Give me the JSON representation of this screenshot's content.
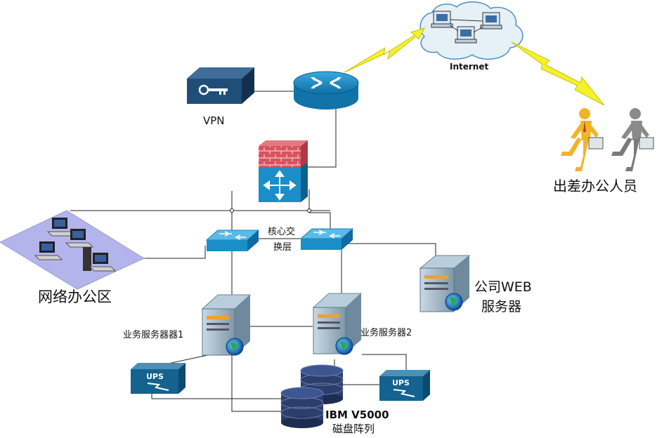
{
  "labels": {
    "internet": "Internet",
    "vpn": "VPN",
    "travel_staff": "出差办公人员",
    "office_area": "网络办公区",
    "core_switch_line1": "核心交",
    "core_switch_line2": "换层",
    "web_server_line1": "公司WEB",
    "web_server_line2": "服务器",
    "biz_server_1": "业务服务器器1",
    "biz_server_2": "业务服务器2",
    "ups_left": "UPS",
    "ups_right": "UPS",
    "storage_line1": "IBM V5000",
    "storage_line2": "磁盘阵列"
  },
  "colors": {
    "device_blue": "#1a8fc7",
    "device_dark": "#14496b",
    "vpn_navy": "#1f4e79",
    "firewall_red": "#d9535f",
    "lightning": "#f4f02a",
    "server_gray": "#8aa6b8",
    "disk_navy": "#2c3e6b",
    "office_floor": "#b4b4ec"
  }
}
